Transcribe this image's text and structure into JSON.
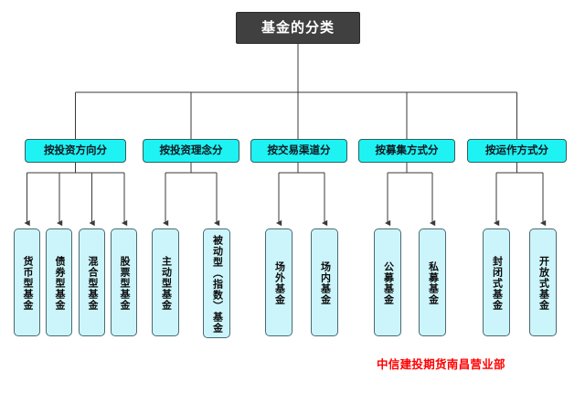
{
  "diagram": {
    "title": "基金的分类",
    "root": {
      "label": "基金的分类"
    },
    "categories": [
      {
        "label": "按投资方向分"
      },
      {
        "label": "按投资理念分"
      },
      {
        "label": "按交易渠道分"
      },
      {
        "label": "按募集方式分"
      },
      {
        "label": "按运作方式分"
      }
    ],
    "leaves": [
      {
        "label": "货币型基金"
      },
      {
        "label": "债券型基金"
      },
      {
        "label": "混合型基金"
      },
      {
        "label": "股票型基金"
      },
      {
        "label": "主动型基金"
      },
      {
        "label": "被动型（指数）基金"
      },
      {
        "label": "场外基金"
      },
      {
        "label": "场内基金"
      },
      {
        "label": "公募基金"
      },
      {
        "label": "私募基金"
      },
      {
        "label": "封闭式基金"
      },
      {
        "label": "开放式基金"
      }
    ],
    "footer": {
      "label": "中信建投期货南昌营业部"
    },
    "colors": {
      "root_bg": "#404040",
      "root_text": "#ffffff",
      "category_bg": "#1ff2f2",
      "leaf_bg": "#ccf5fb",
      "line": "#3a3a3a",
      "footer_text": "#ff0000",
      "page_bg": "#ffffff"
    }
  }
}
